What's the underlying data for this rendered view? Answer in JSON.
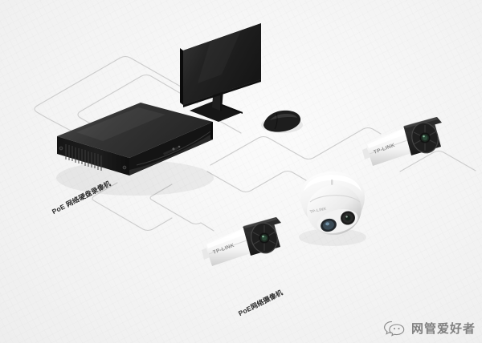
{
  "scene": {
    "type": "network-topology-illustration",
    "subject": "PoE surveillance system wiring diagram",
    "background_color": "#f5f5f5",
    "cable_color": "#c9c9c9"
  },
  "labels": {
    "nvr": "PoE 网络硬盘录像机",
    "camera": "PoE网络摄像机"
  },
  "devices": {
    "nvr": {
      "name": "PoE 网络硬盘录像机",
      "body_color": "#1c1c1c",
      "top_color": "#3a3a3a"
    },
    "monitor": {
      "name": "monitor",
      "screen_color": "#232323",
      "bezel_color": "#1a1a1a"
    },
    "mouse": {
      "name": "mouse",
      "color": "#1d1d1d"
    },
    "bullet_camera_right": {
      "brand": "TP-LINK",
      "body_color": "#fbfbfb",
      "housing_color": "#242424"
    },
    "bullet_camera_left": {
      "brand": "TP-LINK",
      "body_color": "#fbfbfb",
      "housing_color": "#242424"
    },
    "dome_camera": {
      "name": "turret dome camera",
      "body_color": "#f7f7f7",
      "lens_color": "#2a2a2a"
    }
  },
  "watermark": {
    "text": "网管爱好者",
    "icon": "wechat-bubble-icon"
  }
}
